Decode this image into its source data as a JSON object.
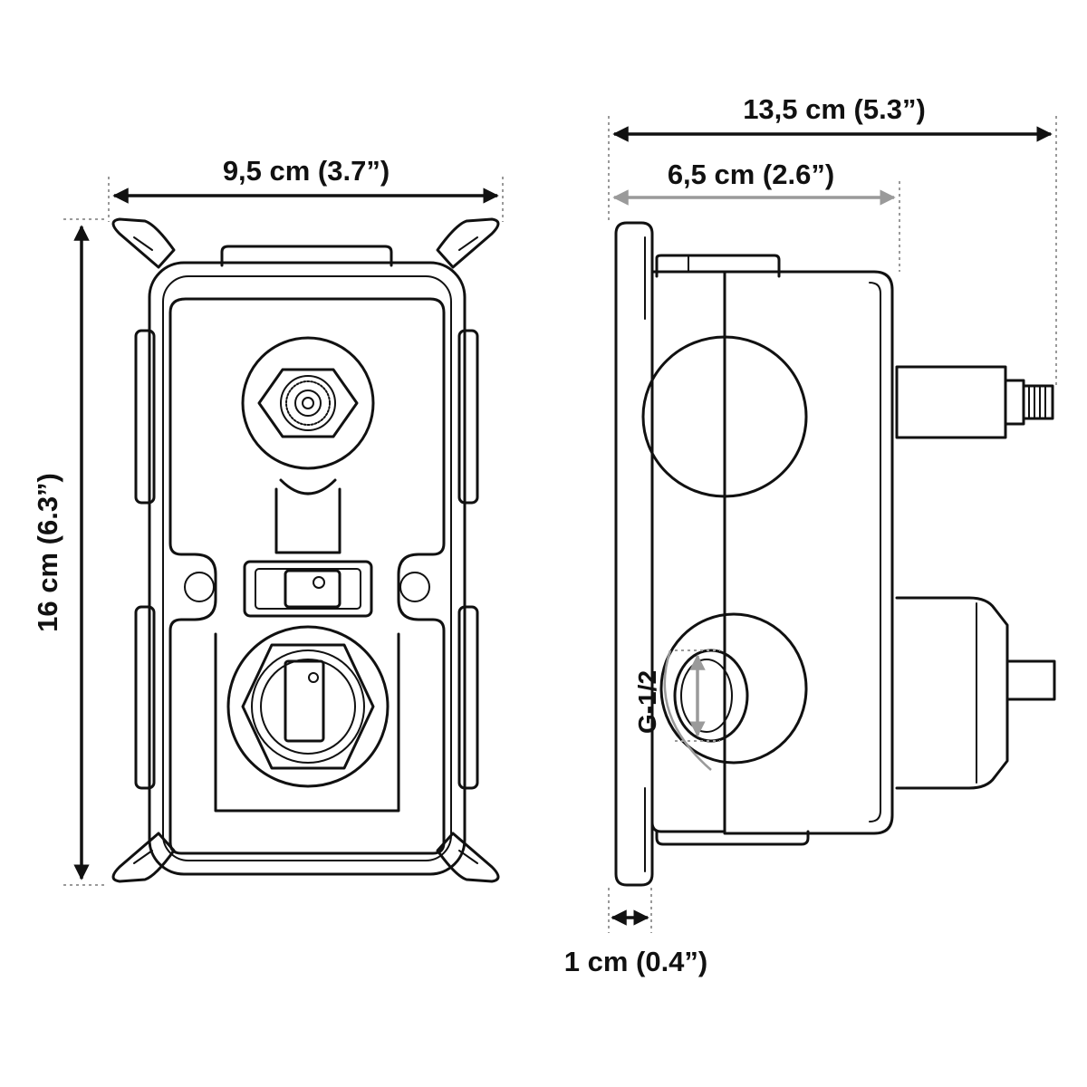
{
  "dimensions": {
    "front_width": "9,5 cm (3.7”)",
    "front_height": "16 cm (6.3”)",
    "side_total_depth": "13,5 cm (5.3”)",
    "side_body_depth": "6,5 cm (2.6”)",
    "side_flange_depth": "1 cm (0.4”)",
    "thread_size": "G-1/2"
  },
  "colors": {
    "line": "#111111",
    "secondary_dimension": "#9a9a9a",
    "background": "#ffffff"
  }
}
